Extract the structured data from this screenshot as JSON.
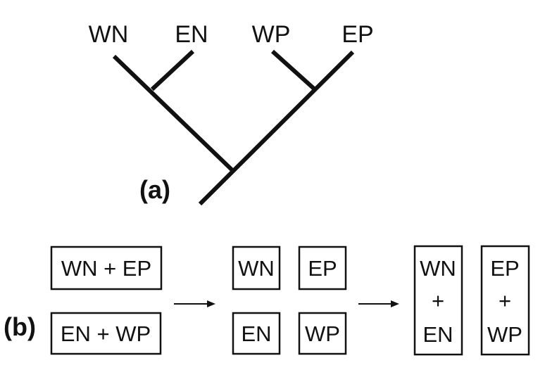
{
  "panel_a": {
    "label": "(a)",
    "taxa": [
      "WN",
      "EN",
      "WP",
      "EP"
    ]
  },
  "panel_b": {
    "label": "(b)",
    "stage1": [
      "WN + EP",
      "EN + WP"
    ],
    "stage2": [
      "WN",
      "EP",
      "EN",
      "WP"
    ],
    "stage3": [
      {
        "top": "WN",
        "mid": "+",
        "bot": "EN"
      },
      {
        "top": "EP",
        "mid": "+",
        "bot": "WP"
      }
    ]
  }
}
